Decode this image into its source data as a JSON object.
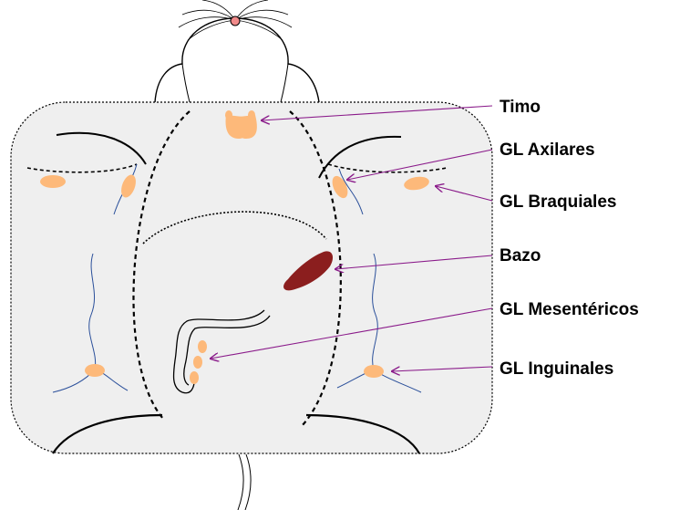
{
  "colors": {
    "body_fill": "#efefef",
    "node_fill": "#fdb97a",
    "spleen_fill": "#8b1e1e",
    "arrow": "#8a1a8a",
    "vessel": "#2a4f9a",
    "outline": "#000000"
  },
  "labels": {
    "timo": "Timo",
    "axilares": "GL Axilares",
    "braquiales": "GL Braquiales",
    "bazo": "Bazo",
    "mesentericos": "GL Mesentéricos",
    "inguinales": "GL Inguinales"
  }
}
